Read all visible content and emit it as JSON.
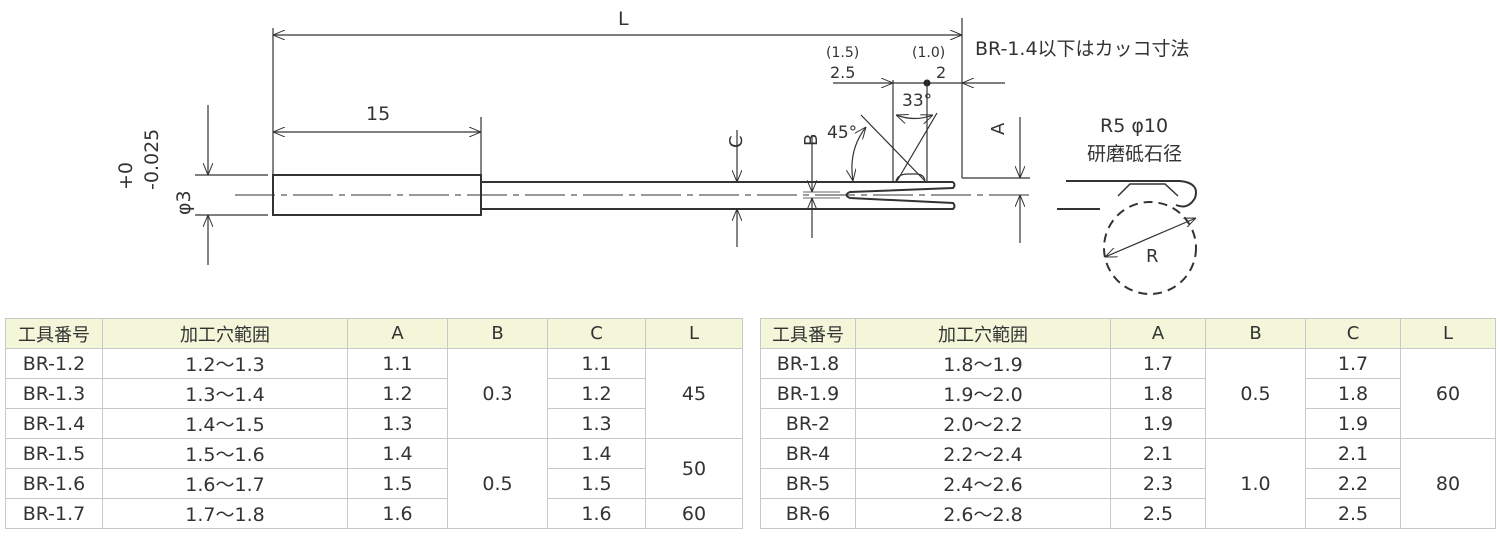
{
  "drawing": {
    "dim_L": "L",
    "dim_15": "15",
    "dim_phi3": "φ3",
    "tol_plus": "+0",
    "tol_minus": "-0.025",
    "note": "BR-1.4以下はカッコ寸法",
    "dim_1_5": "(1.5)",
    "dim_2_5": "2.5",
    "dim_1_0": "(1.0)",
    "dim_2": "2",
    "angle_33": "33°",
    "angle_45": "45°",
    "dim_A": "A",
    "dim_B": "B",
    "dim_C": "C",
    "wheel_spec": "R5 φ10",
    "wheel_label": "研磨砥石径",
    "wheel_R": "R"
  },
  "headers": [
    "工具番号",
    "加工穴範囲",
    "A",
    "B",
    "C",
    "L"
  ],
  "table1": {
    "rows": [
      {
        "tool": "BR-1.2",
        "range": "1.2～1.3",
        "A": "1.1",
        "C": "1.1"
      },
      {
        "tool": "BR-1.3",
        "range": "1.3～1.4",
        "A": "1.2",
        "C": "1.2"
      },
      {
        "tool": "BR-1.4",
        "range": "1.4～1.5",
        "A": "1.3",
        "C": "1.3"
      },
      {
        "tool": "BR-1.5",
        "range": "1.5～1.6",
        "A": "1.4",
        "C": "1.4"
      },
      {
        "tool": "BR-1.6",
        "range": "1.6～1.7",
        "A": "1.5",
        "C": "1.5"
      },
      {
        "tool": "BR-1.7",
        "range": "1.7～1.8",
        "A": "1.6",
        "C": "1.6"
      }
    ],
    "B_groups": [
      "0.3",
      "0.5"
    ],
    "L_groups": [
      "45",
      "50",
      "60"
    ]
  },
  "table2": {
    "rows": [
      {
        "tool": "BR-1.8",
        "range": "1.8～1.9",
        "A": "1.7",
        "C": "1.7"
      },
      {
        "tool": "BR-1.9",
        "range": "1.9～2.0",
        "A": "1.8",
        "C": "1.8"
      },
      {
        "tool": "BR-2",
        "range": "2.0～2.2",
        "A": "1.9",
        "C": "1.9"
      },
      {
        "tool": "BR-4",
        "range": "2.2～2.4",
        "A": "2.1",
        "C": "2.1"
      },
      {
        "tool": "BR-5",
        "range": "2.4～2.6",
        "A": "2.3",
        "C": "2.2"
      },
      {
        "tool": "BR-6",
        "range": "2.6～2.8",
        "A": "2.5",
        "C": "2.5"
      }
    ],
    "B_groups": [
      "0.5",
      "1.0"
    ],
    "L_groups": [
      "60",
      "80"
    ]
  }
}
